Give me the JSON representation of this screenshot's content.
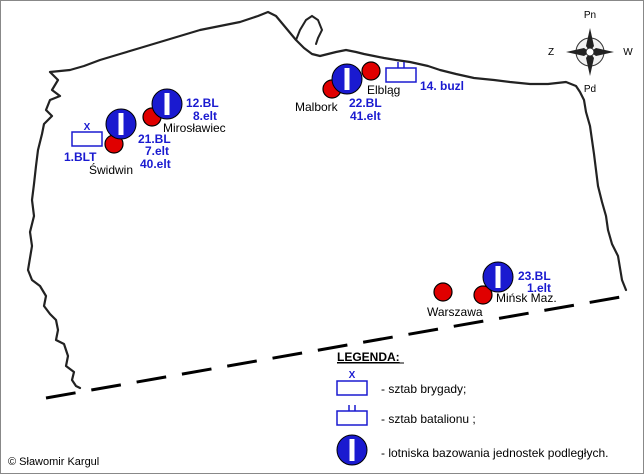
{
  "colors": {
    "unit_text": "#1a1ad0",
    "airbase_fill": "#1a1ad0",
    "city_dot": "#e00000",
    "border": "#222222"
  },
  "compass": {
    "north": "Pn",
    "south": "Pd",
    "west": "Z",
    "east": "W"
  },
  "cities": {
    "swidwin": "Świdwin",
    "miroslawiec": "Mirosławiec",
    "malbork": "Malbork",
    "elblag": "Elbląg",
    "warszawa": "Warszawa",
    "minsk": "Mińsk Maz."
  },
  "units": {
    "blt1": "1.BLT",
    "bl21": "21.BL",
    "elt7": "7.elt",
    "elt40": "40.elt",
    "bl12": "12.BL",
    "elt8": "8.elt",
    "bl22": "22.BL",
    "elt41": "41.elt",
    "buzl14": "14. buzl",
    "bl23": "23.BL",
    "elt1": "1.elt"
  },
  "symbols": {
    "brigade_mark": "X"
  },
  "legend": {
    "title": "LEGENDA:",
    "brigade": "- sztab brygady;",
    "battalion": "- sztab batalionu ;",
    "airbase": "- lotniska bazowania jednostek podległych."
  },
  "copyright": "© Sławomir Kargul"
}
